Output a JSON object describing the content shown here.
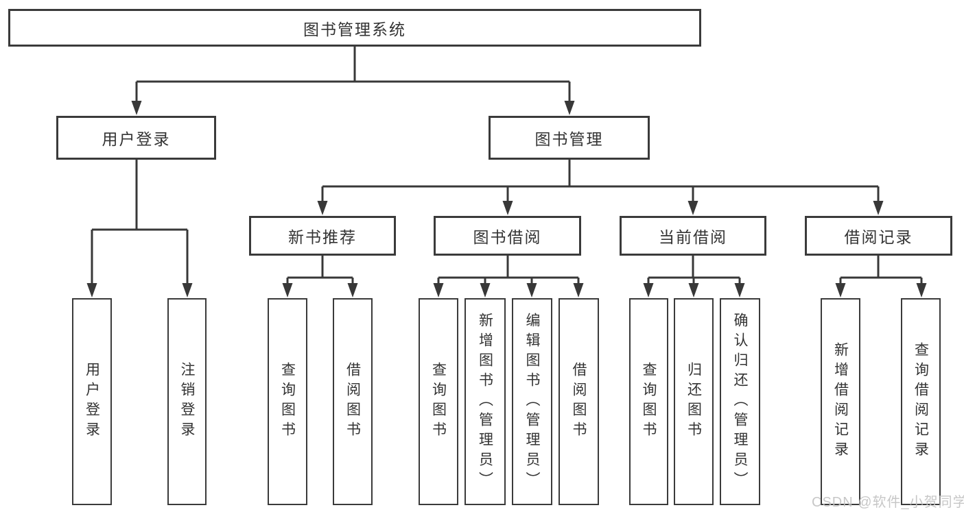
{
  "root": {
    "label": "图书管理系统"
  },
  "user_branch": {
    "label": "用户登录",
    "leaves": [
      {
        "label": "用户登录"
      },
      {
        "label": "注销登录"
      }
    ]
  },
  "book_branch": {
    "label": "图书管理",
    "groups": [
      {
        "label": "新书推荐",
        "leaves": [
          {
            "label": "查询图书"
          },
          {
            "label": "借阅图书"
          }
        ]
      },
      {
        "label": "图书借阅",
        "leaves": [
          {
            "label": "查询图书"
          },
          {
            "label": "新增图书（管理员）"
          },
          {
            "label": "编辑图书（管理员）"
          },
          {
            "label": "借阅图书"
          }
        ]
      },
      {
        "label": "当前借阅",
        "leaves": [
          {
            "label": "查询图书"
          },
          {
            "label": "归还图书"
          },
          {
            "label": "确认归还（管理员）"
          }
        ]
      },
      {
        "label": "借阅记录",
        "leaves": [
          {
            "label": "新增借阅记录"
          },
          {
            "label": "查询借阅记录"
          }
        ]
      }
    ]
  },
  "watermark": "CSDN @软件_小贺同学",
  "colors": {
    "line": "#383838",
    "box_border": "#3a3a3a",
    "text": "#333333",
    "background": "#ffffff",
    "watermark": "#c3c3c3"
  }
}
